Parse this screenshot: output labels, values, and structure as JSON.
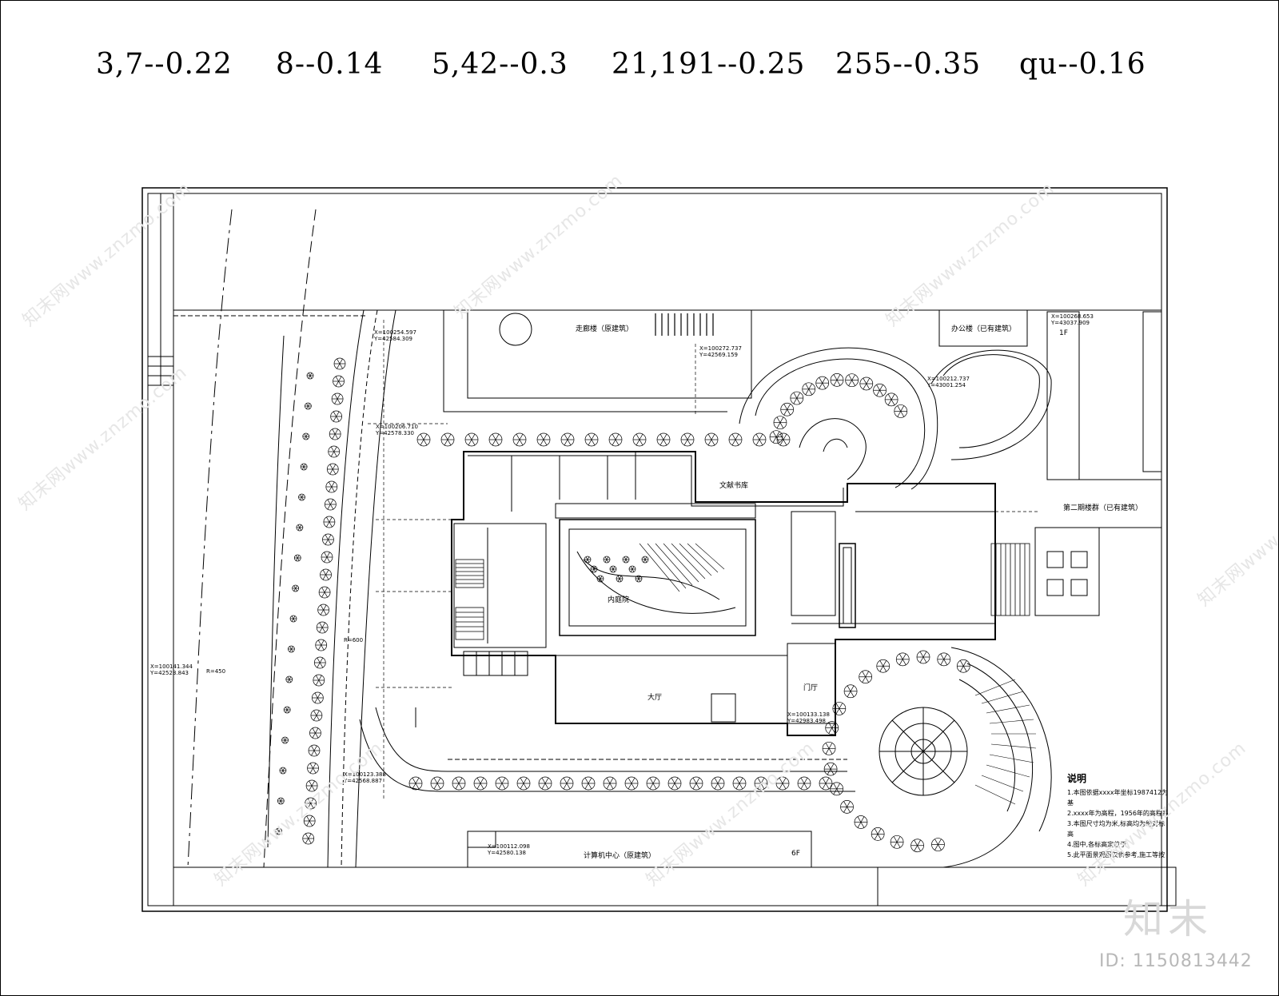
{
  "pen_weights": [
    "3,7--0.22",
    "8--0.14",
    "5,42--0.3",
    "21,191--0.25",
    "255--0.35",
    "qu--0.16"
  ],
  "watermark": "知末网www.znzmo.com",
  "brand": "知末",
  "brand_id": "ID: 1150813442",
  "notes": {
    "title": "说明",
    "items": [
      "1.本图依据xxxx年坐标1987412为基",
      "2.xxxx年为高程，1956年的高程系",
      "3.本图尺寸均为米,标高均为绝对标高",
      "4.图中,各标高定位于",
      "5.此平面景观图仅供参考,施工等按"
    ]
  },
  "labels": {
    "north_building": "走廊楼（原建筑）",
    "office": "办公楼（已有建筑）",
    "phase2": "第二期楼群（已有建筑）",
    "computer_center": "计算机中心（原建筑）",
    "floor_1f": "1F",
    "floor_6f": "6F",
    "courtyard": "内庭院",
    "hall": "大厅",
    "lobby": "门厅",
    "library": "文献书库",
    "r_label": "R=450",
    "r_label2": "R=600"
  },
  "coords": {
    "c1": "X=100254.597",
    "c2": "Y=42584.309",
    "c3": "X=100272.737",
    "c4": "Y=42569.159",
    "c5": "X=100206.710",
    "c6": "Y=42578.330",
    "c7": "X=100141.344",
    "c8": "Y=42523.843",
    "c9": "X=100123.388",
    "c10": "Y=42568.887",
    "c11": "X=100133.138",
    "c12": "Y=42983.498",
    "c13": "X=100112.098",
    "c14": "Y=42580.138",
    "c15": "X=100268.653",
    "c16": "Y=43037.909",
    "c17": "X=100212.737",
    "c18": "Y=43001.254"
  },
  "colors": {
    "ink": "#000000",
    "watermark": "#e6e6e6",
    "brand": "#d8d8d8"
  }
}
